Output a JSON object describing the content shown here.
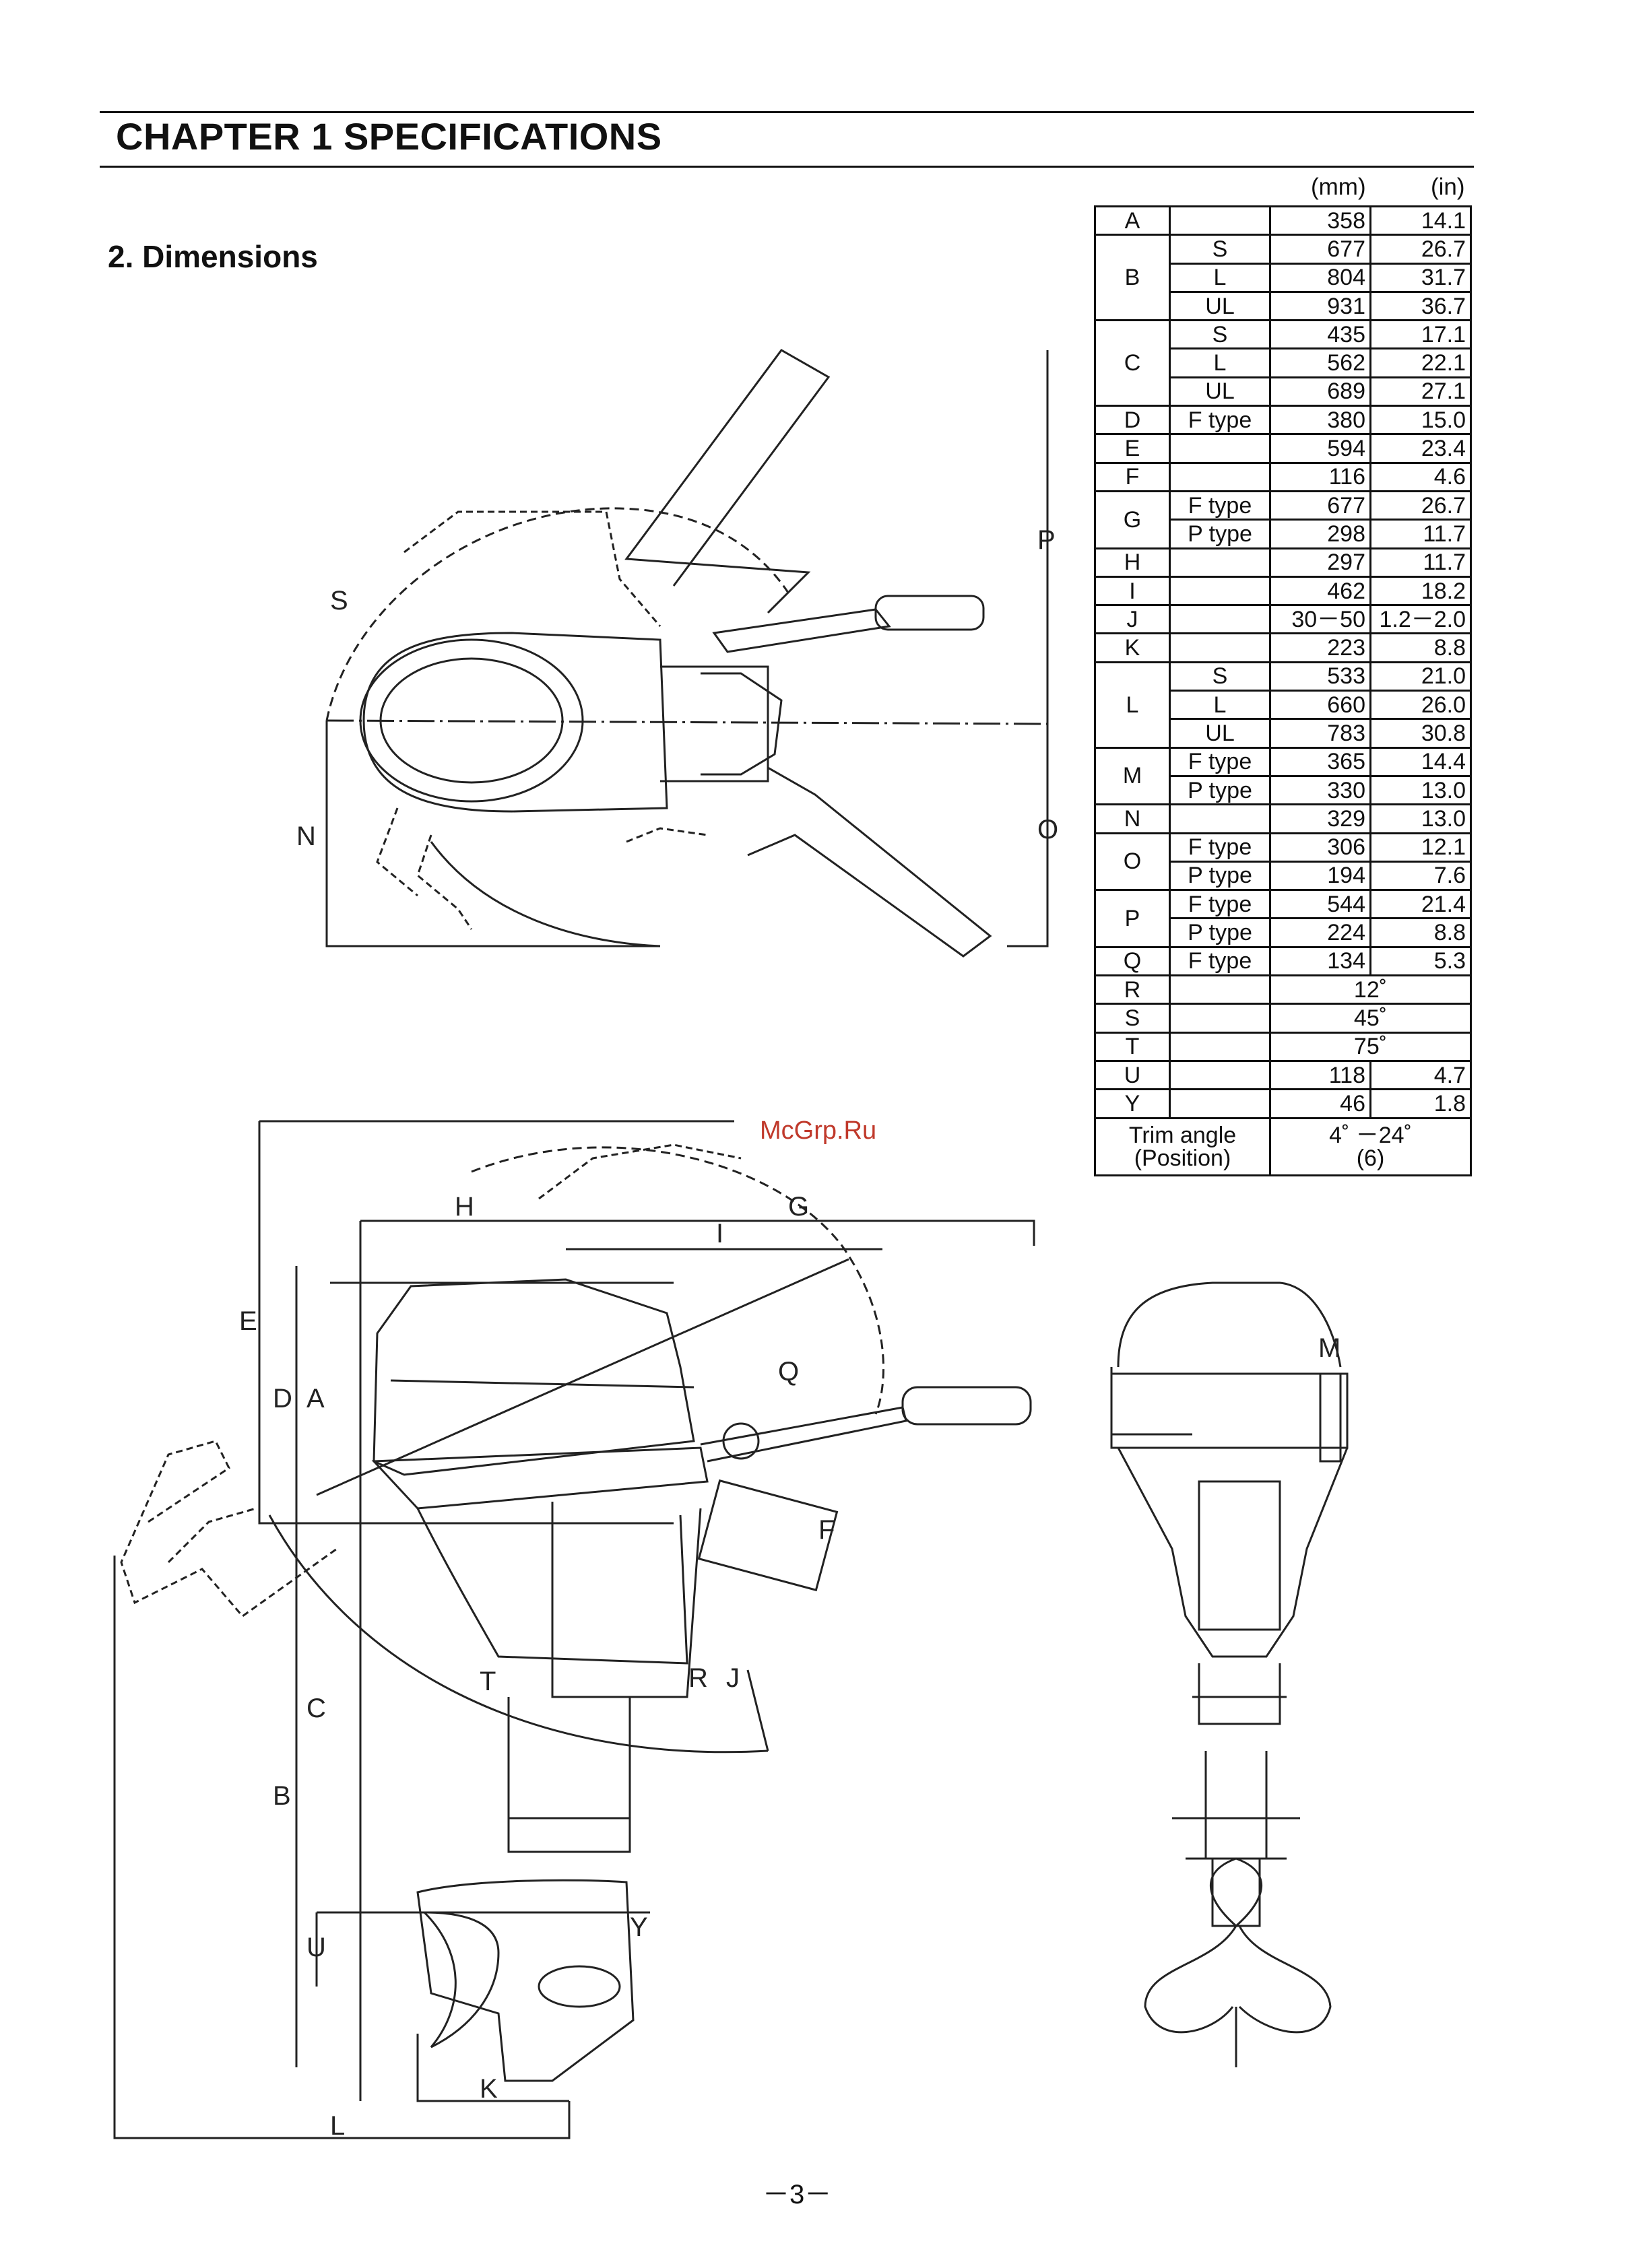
{
  "header": {
    "chapter": "CHAPTER 1  SPECIFICATIONS"
  },
  "section": {
    "title": "2. Dimensions"
  },
  "table": {
    "unit_mm": "(mm)",
    "unit_in": "(in)",
    "rows": [
      {
        "key": "A",
        "sub": "",
        "mm": "358",
        "in": "14.1"
      },
      {
        "key": "B",
        "sub": "S",
        "mm": "677",
        "in": "26.7"
      },
      {
        "key": "",
        "sub": "L",
        "mm": "804",
        "in": "31.7"
      },
      {
        "key": "",
        "sub": "UL",
        "mm": "931",
        "in": "36.7"
      },
      {
        "key": "C",
        "sub": "S",
        "mm": "435",
        "in": "17.1"
      },
      {
        "key": "",
        "sub": "L",
        "mm": "562",
        "in": "22.1"
      },
      {
        "key": "",
        "sub": "UL",
        "mm": "689",
        "in": "27.1"
      },
      {
        "key": "D",
        "sub": "F type",
        "mm": "380",
        "in": "15.0"
      },
      {
        "key": "E",
        "sub": "",
        "mm": "594",
        "in": "23.4"
      },
      {
        "key": "F",
        "sub": "",
        "mm": "116",
        "in": "4.6"
      },
      {
        "key": "G",
        "sub": "F type",
        "mm": "677",
        "in": "26.7"
      },
      {
        "key": "",
        "sub": "P type",
        "mm": "298",
        "in": "11.7"
      },
      {
        "key": "H",
        "sub": "",
        "mm": "297",
        "in": "11.7"
      },
      {
        "key": "I",
        "sub": "",
        "mm": "462",
        "in": "18.2"
      },
      {
        "key": "J",
        "sub": "",
        "mm": "30－50",
        "in": "1.2－2.0"
      },
      {
        "key": "K",
        "sub": "",
        "mm": "223",
        "in": "8.8"
      },
      {
        "key": "L",
        "sub": "S",
        "mm": "533",
        "in": "21.0"
      },
      {
        "key": "",
        "sub": "L",
        "mm": "660",
        "in": "26.0"
      },
      {
        "key": "",
        "sub": "UL",
        "mm": "783",
        "in": "30.8"
      },
      {
        "key": "M",
        "sub": "F type",
        "mm": "365",
        "in": "14.4"
      },
      {
        "key": "",
        "sub": "P type",
        "mm": "330",
        "in": "13.0"
      },
      {
        "key": "N",
        "sub": "",
        "mm": "329",
        "in": "13.0"
      },
      {
        "key": "O",
        "sub": "F type",
        "mm": "306",
        "in": "12.1"
      },
      {
        "key": "",
        "sub": "P type",
        "mm": "194",
        "in": "7.6"
      },
      {
        "key": "P",
        "sub": "F type",
        "mm": "544",
        "in": "21.4"
      },
      {
        "key": "",
        "sub": "P type",
        "mm": "224",
        "in": "8.8"
      },
      {
        "key": "Q",
        "sub": "F type",
        "mm": "134",
        "in": "5.3"
      },
      {
        "key": "R",
        "sub": "",
        "angle": "12˚"
      },
      {
        "key": "S",
        "sub": "",
        "angle": "45˚"
      },
      {
        "key": "T",
        "sub": "",
        "angle": "75˚"
      },
      {
        "key": "U",
        "sub": "",
        "mm": "118",
        "in": "4.7"
      },
      {
        "key": "Y",
        "sub": "",
        "mm": "46",
        "in": "1.8"
      }
    ],
    "trim": {
      "label1": "Trim angle",
      "label2": "(Position)",
      "value1": "4˚ －24˚",
      "value2": "(6)"
    }
  },
  "watermark": "McGrp.Ru",
  "figure_labels": [
    "S",
    "P",
    "N",
    "O",
    "H",
    "G",
    "I",
    "E",
    "D",
    "A",
    "Q",
    "F",
    "R",
    "J",
    "T",
    "C",
    "B",
    "U",
    "Y",
    "K",
    "L",
    "M"
  ],
  "page_number": "－3－"
}
